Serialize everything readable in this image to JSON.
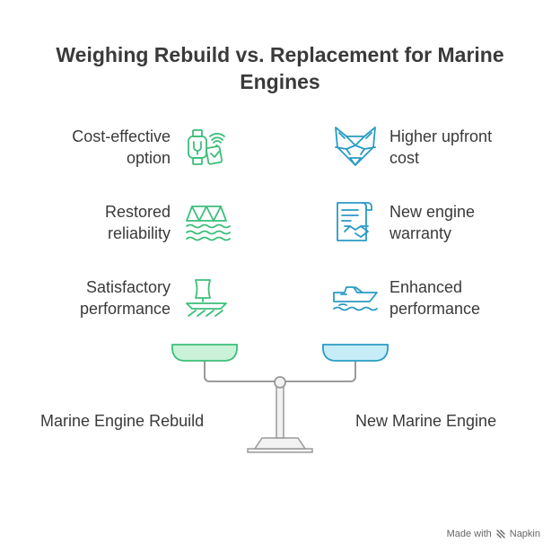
{
  "title": {
    "line1": "Weighing Rebuild vs. Replacement for Marine",
    "line2": "Engines"
  },
  "left_items": [
    {
      "line1": "Cost-effective",
      "line2": "option",
      "icon": "watch-wifi-icon"
    },
    {
      "line1": "Restored",
      "line2": "reliability",
      "icon": "bridge-waves-icon"
    },
    {
      "line1": "Satisfactory",
      "line2": "performance",
      "icon": "sailboat-icon"
    }
  ],
  "right_items": [
    {
      "line1": "Higher upfront",
      "line2": "cost",
      "icon": "fox-mask-icon"
    },
    {
      "line1": "New engine",
      "line2": "warranty",
      "icon": "document-handshake-icon"
    },
    {
      "line1": "Enhanced",
      "line2": "performance",
      "icon": "speedboat-icon"
    }
  ],
  "scale": {
    "left_label": "Marine Engine Rebuild",
    "right_label": "New Marine Engine"
  },
  "colors": {
    "left_accent": "#3dbf7a",
    "left_pan_fill": "#c9f2d9",
    "right_accent": "#2a9bc4",
    "right_pan_fill": "#c6ecf8",
    "scale_gray": "#9a9a9a"
  },
  "footer": {
    "made_with": "Made with",
    "brand": "Napkin"
  }
}
